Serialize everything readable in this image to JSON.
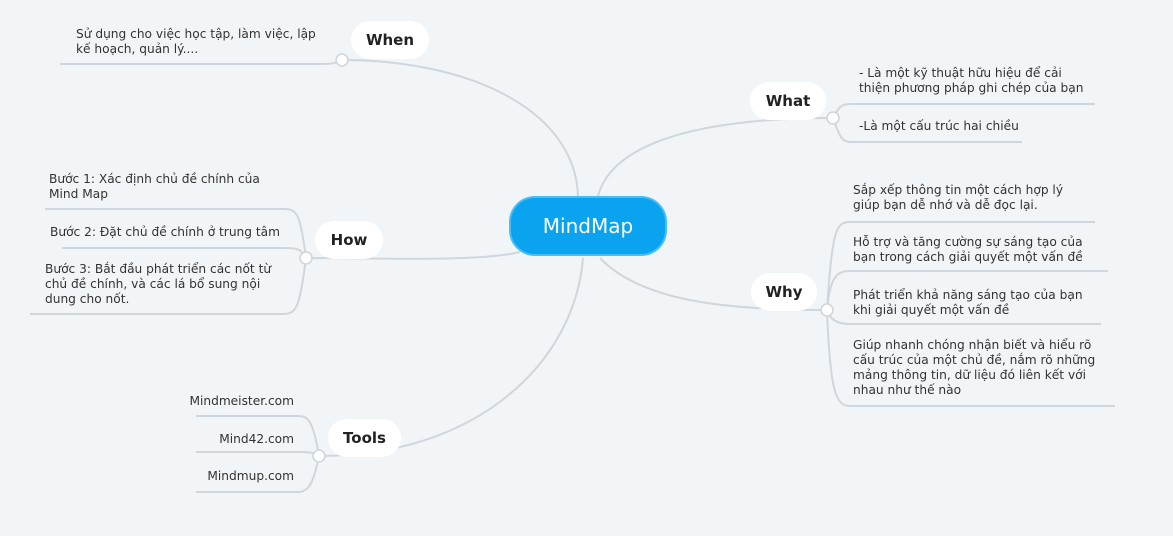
{
  "root": {
    "label": "MindMap"
  },
  "branches": {
    "when": {
      "label": "When",
      "items": [
        "Sử dụng cho việc học tập, làm việc, lập kế hoạch, quản lý...."
      ]
    },
    "what": {
      "label": "What",
      "items": [
        "- Là một kỹ thuật hữu hiệu để cải thiện phương pháp ghi chép của bạn",
        "-Là một cấu trúc hai chiều"
      ]
    },
    "how": {
      "label": "How",
      "items": [
        "Bước 1: Xác định chủ đề chính của Mind Map",
        "Bước 2: Đặt chủ đề chính ở trung tâm",
        "Bước 3: Bắt đầu phát triển các nốt từ chủ đề chính, và các lá bổ sung nội dung cho nốt."
      ]
    },
    "why": {
      "label": "Why",
      "items": [
        "Sắp xếp thông tin một cách hợp lý giúp bạn dễ nhớ và dễ đọc lại.",
        "Hỗ trợ và tăng cường sự sáng tạo của bạn trong cách giải quyết một vấn đề",
        "Phát triển khả năng sáng tạo của bạn khi giải quyết một vấn đề",
        "Giúp nhanh chóng nhận biết và hiểu rõ cấu trúc của một chủ đề, nắm rõ những mảng thông tin, dữ liệu đó liên kết với nhau như thế nào"
      ]
    },
    "tools": {
      "label": "Tools",
      "items": [
        "Mindmeister.com",
        "Mind42.com",
        "Mindmup.com"
      ]
    }
  },
  "colors": {
    "root": "#0aa3f0",
    "connector": "#cfd6dc",
    "background": "#f1f5f8"
  }
}
